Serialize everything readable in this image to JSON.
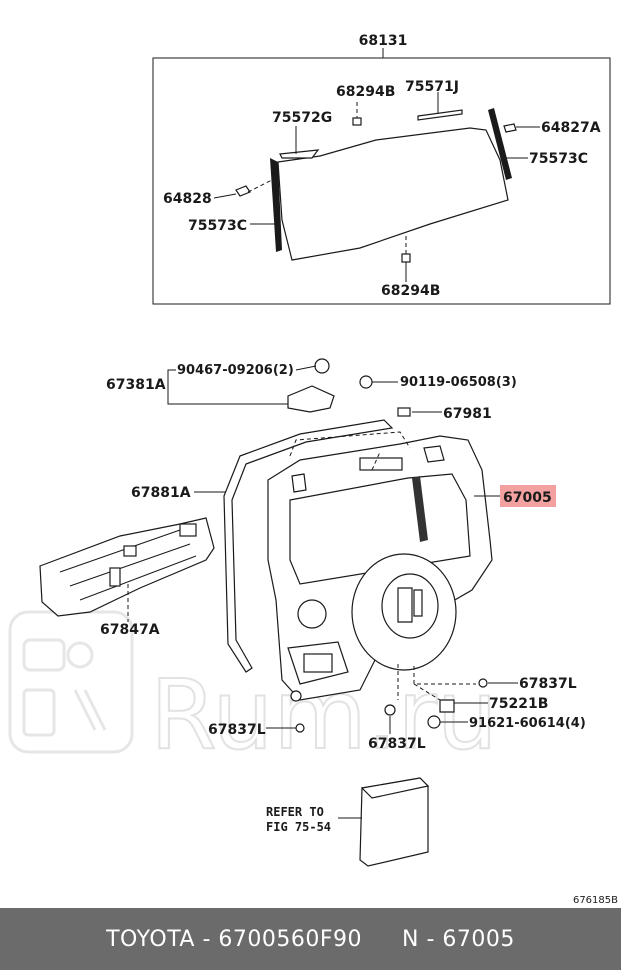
{
  "diagram": {
    "window_group": {
      "part_68131": "68131",
      "part_68294B_top": "68294B",
      "part_75571J": "75571J",
      "part_75572G": "75572G",
      "part_64827A": "64827A",
      "part_75573C_right": "75573C",
      "part_64828": "64828",
      "part_75573C_left": "75573C",
      "part_68294B_bottom": "68294B"
    },
    "door_group": {
      "part_67381A": "67381A",
      "bolt_90467": "90467-09206(2)",
      "bolt_90119": "90119-06508(3)",
      "part_67981": "67981",
      "part_67881A": "67881A",
      "part_67005": "67005",
      "part_67847A": "67847A",
      "part_67837L_right": "67837L",
      "part_75221B": "75221B",
      "bolt_91621": "91621-60614(4)",
      "part_67837L_left": "67837L",
      "part_67837L_center": "67837L"
    },
    "reference": {
      "line1": "REFER TO",
      "line2": "FIG 75-54"
    },
    "figure_code": "676185B",
    "highlight_color": "#f2a0a0"
  },
  "footer": {
    "part_number": "TOYOTA - 6700560F90",
    "part_code": "N - 67005"
  }
}
